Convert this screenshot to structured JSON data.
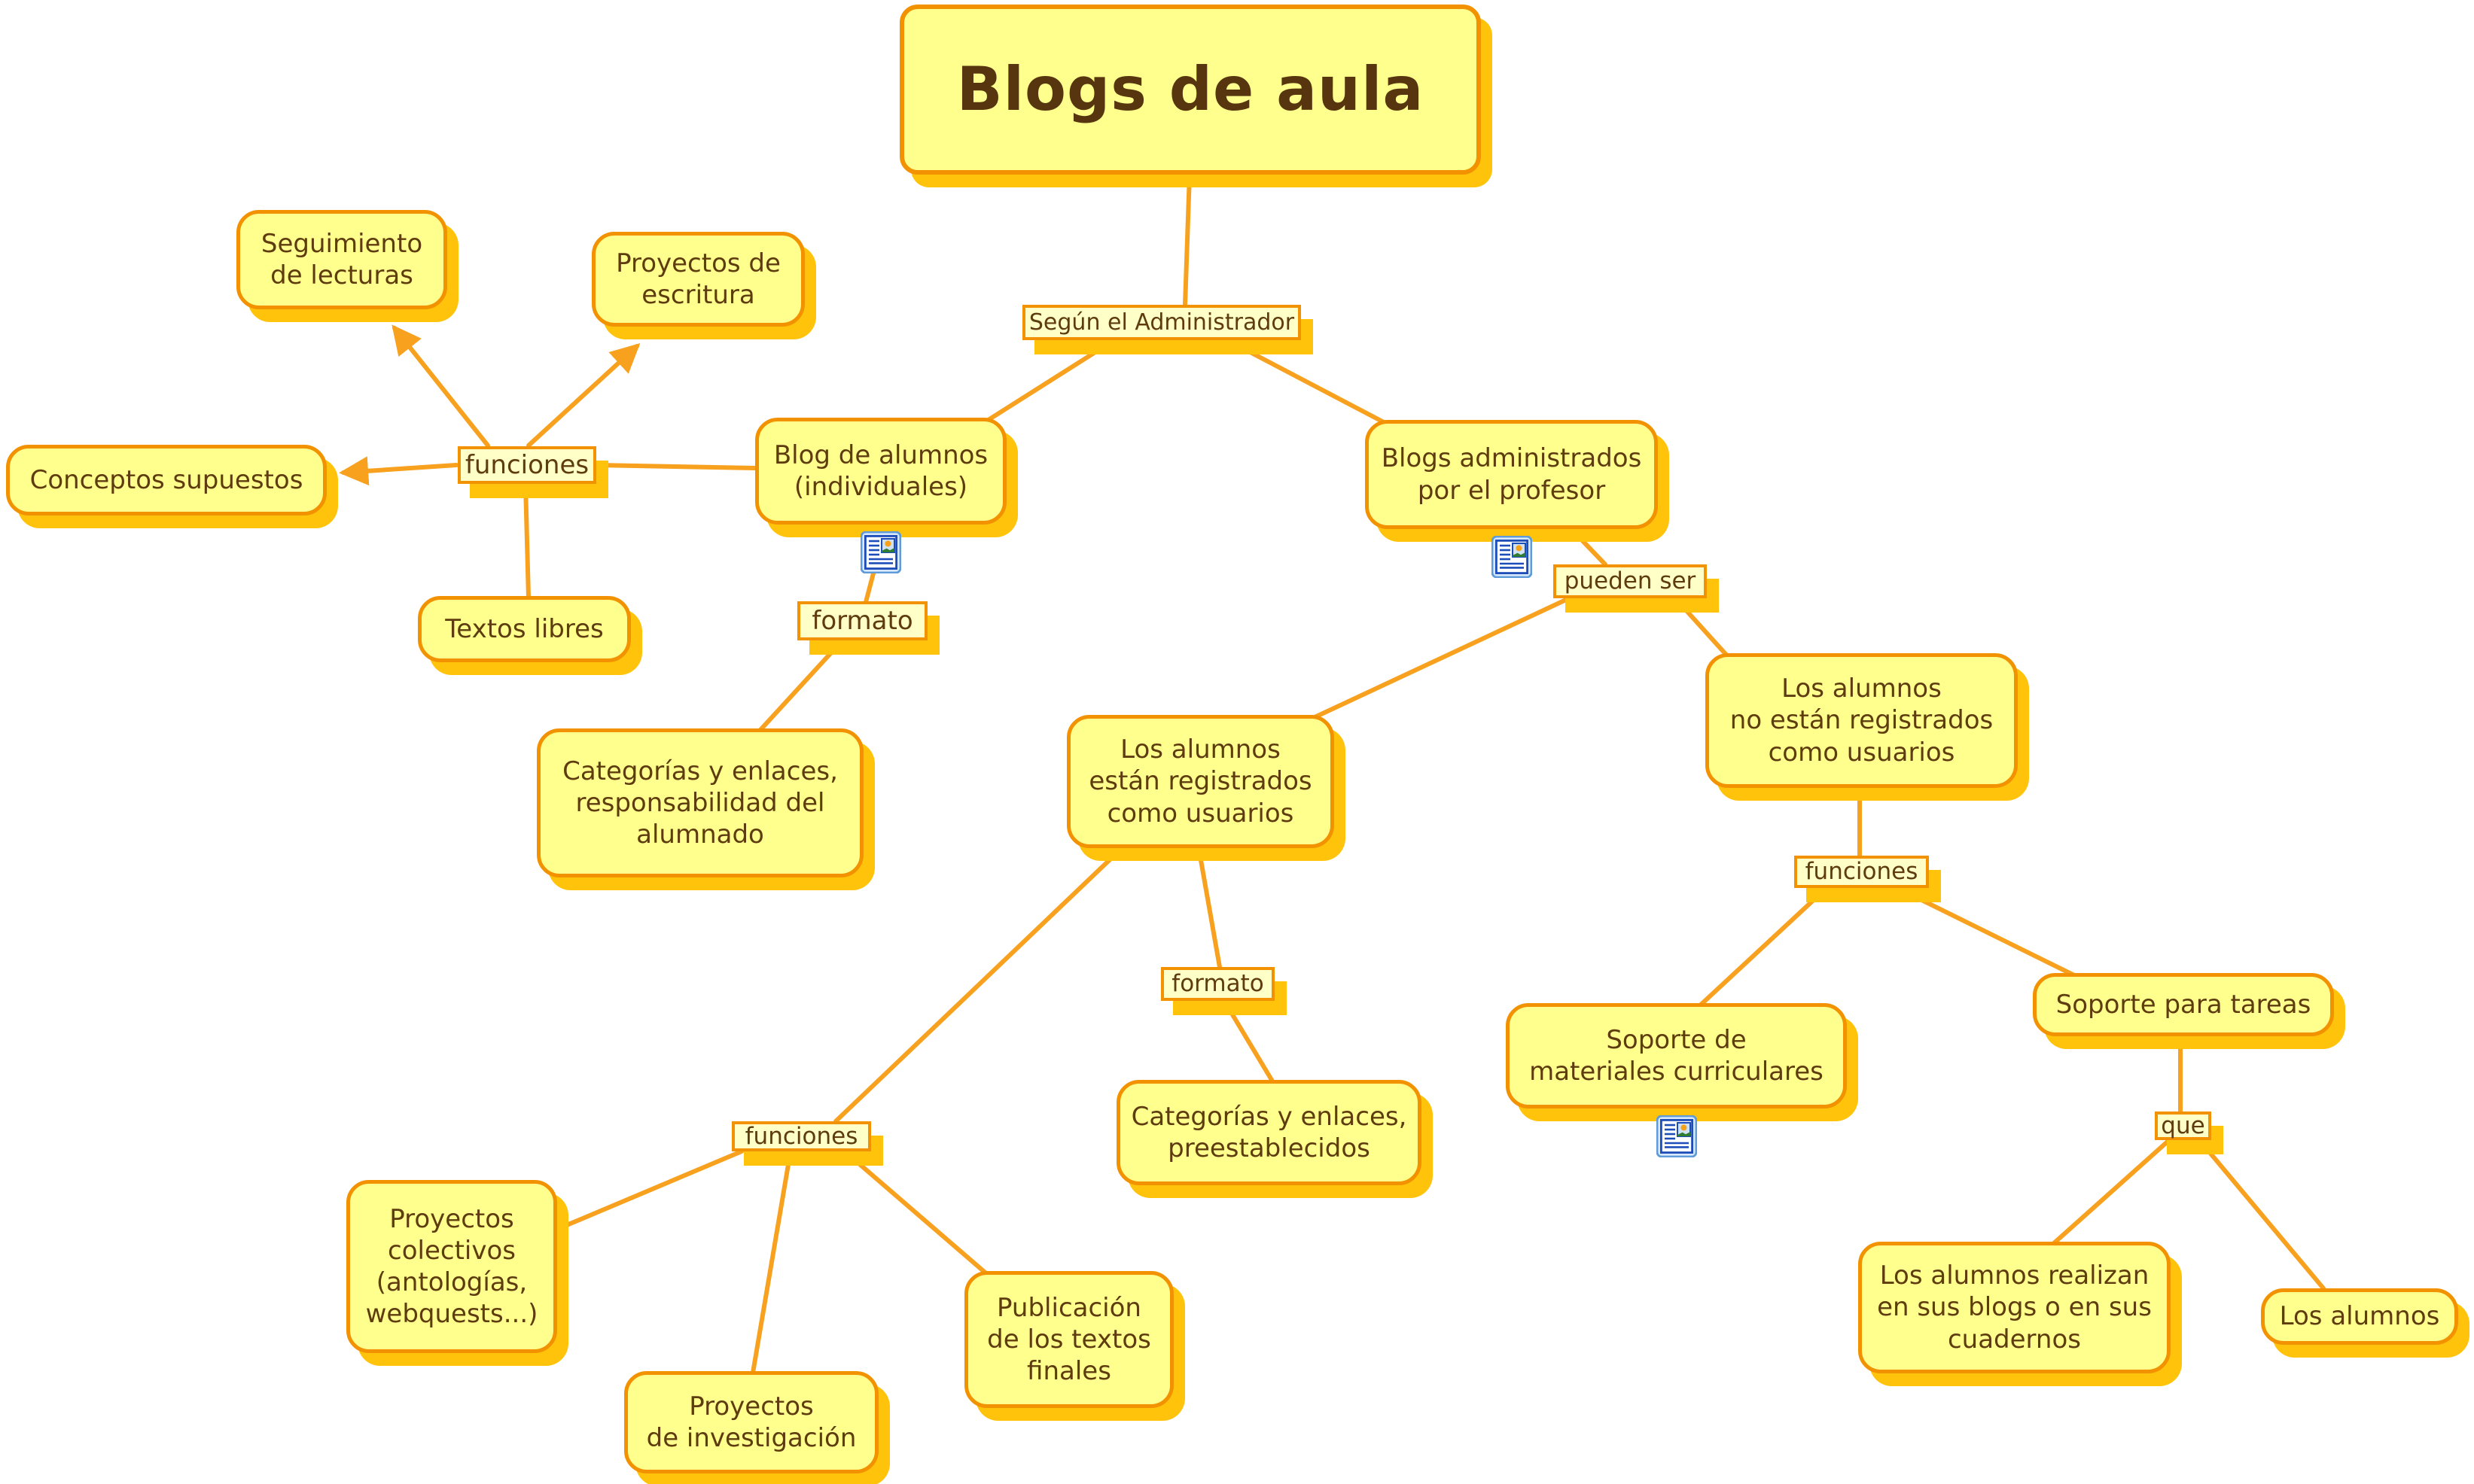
{
  "map": {
    "title": "Blogs de aula"
  },
  "nodes": {
    "root": {
      "label": "Blogs de aula"
    },
    "seguimiento_lecturas": {
      "label": "Seguimiento\nde lecturas"
    },
    "proyectos_escritura": {
      "label": "Proyectos de\nescritura"
    },
    "conceptos_supuestos": {
      "label": "Conceptos supuestos"
    },
    "blog_alumnos": {
      "label": "Blog de alumnos\n(individuales)",
      "resource_icon": "document-with-image"
    },
    "blogs_administrados": {
      "label": "Blogs administrados\npor el profesor",
      "resource_icon": "document-with-image"
    },
    "textos_libres": {
      "label": "Textos libres"
    },
    "categorias_responsabilidad": {
      "label": "Categorías y enlaces,\nresponsabilidad del\nalumnado"
    },
    "alumnos_registrados": {
      "label": "Los alumnos\nestán registrados\ncomo usuarios"
    },
    "alumnos_no_registrados": {
      "label": "Los alumnos\nno están registrados\ncomo usuarios"
    },
    "categorias_preestablecidos": {
      "label": "Categorías y enlaces,\npreestablecidos"
    },
    "soporte_materiales": {
      "label": "Soporte de\nmateriales curriculares",
      "resource_icon": "document-with-image"
    },
    "soporte_tareas": {
      "label": "Soporte para tareas"
    },
    "alumnos_realizan": {
      "label": "Los alumnos realizan\nen sus blogs o en sus\ncuadernos"
    },
    "los_alumnos": {
      "label": "Los alumnos"
    },
    "proyectos_colectivos": {
      "label": "Proyectos\ncolectivos\n(antologías,\nwebquests...)"
    },
    "proyectos_investigacion": {
      "label": "Proyectos\nde investigación"
    },
    "publicacion_textos": {
      "label": "Publicación\nde los textos\nfinales"
    }
  },
  "link_labels": {
    "segun_administrador": "Según el Administrador",
    "funciones_izquierda": "funciones",
    "formato_superior": "formato",
    "pueden_ser": "pueden ser",
    "funciones_derecha": "funciones",
    "formato_medio": "formato",
    "que": "que",
    "funciones_inferior": "funciones"
  },
  "colors": {
    "background": "#ffffff",
    "node_fill": "#ffff8e",
    "label_fill": "#ffffc8",
    "border": "#f29200",
    "shadow": "#ffc30b",
    "line": "#f7a11e",
    "text": "#5e3c0f"
  }
}
